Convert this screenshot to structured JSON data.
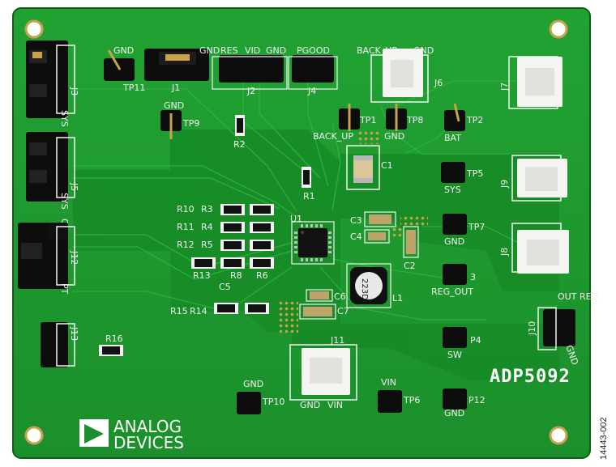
{
  "board": {
    "part_number": "ADP5092",
    "side_code": "14443-002",
    "colors": {
      "pcb": "#1f9a2f",
      "pcb_dark": "#157a22",
      "silk": "#f2f2f2",
      "pad": "#c9a24a"
    }
  },
  "logo": {
    "line1": "ANALOG",
    "line2": "DEVICES"
  },
  "inductor_marking": "223D",
  "labels": {
    "gnd_top_left": "GND",
    "tp11": "TP11",
    "j1": "J1",
    "gnd_j1": "GND",
    "res": "RES",
    "vid": "VID",
    "gnd_j2": "GND",
    "j2": "J2",
    "pgood": "PGOOD",
    "j4": "J4",
    "back_up": "BACK_UP",
    "gnd_j6": "GND",
    "j6": "J6",
    "j7": "J7",
    "gnd_tp9": "GND",
    "tp9": "TP9",
    "r2": "R2",
    "tp1": "TP1",
    "back_up_tp1": "BACK_UP",
    "tp8": "TP8",
    "gnd_tp8": "GND",
    "tp2": "TP2",
    "bat": "BAT",
    "j3": "J3",
    "sys_j3": "SYS",
    "j5": "J5",
    "sys_j5": "SYS",
    "c_j5": "C",
    "j12": "J12",
    "pt": "PT",
    "j13": "J13",
    "r16": "R16",
    "c1": "C1",
    "r1": "R1",
    "u1": "U1",
    "r10": "R10",
    "r3": "R3",
    "r11": "R11",
    "r4": "R4",
    "r12": "R12",
    "r5": "R5",
    "r13": "R13",
    "r8": "R8",
    "r6": "R6",
    "c5": "C5",
    "r15": "R15",
    "r14": "R14",
    "c3": "C3",
    "c4": "C4",
    "c2": "C2",
    "c6": "C6",
    "c7": "C7",
    "l1": "L1",
    "tp5": "TP5",
    "sys_tp5": "SYS",
    "j9": "J9",
    "tp7": "TP7",
    "gnd_tp7": "GND",
    "j8": "J8",
    "tp3": "3",
    "reg_out": "REG_OUT",
    "out_reg": "OUT REG",
    "j10": "J10",
    "gnd_j10": "GND",
    "tp4": "P4",
    "sw": "SW",
    "j11": "J11",
    "gnd_j11": "GND",
    "vin_j11": "VIN",
    "gnd_tp10": "GND",
    "tp10": "TP10",
    "vin_tp6": "VIN",
    "tp6": "TP6",
    "tp12": "P12",
    "gnd_tp12": "GND"
  }
}
